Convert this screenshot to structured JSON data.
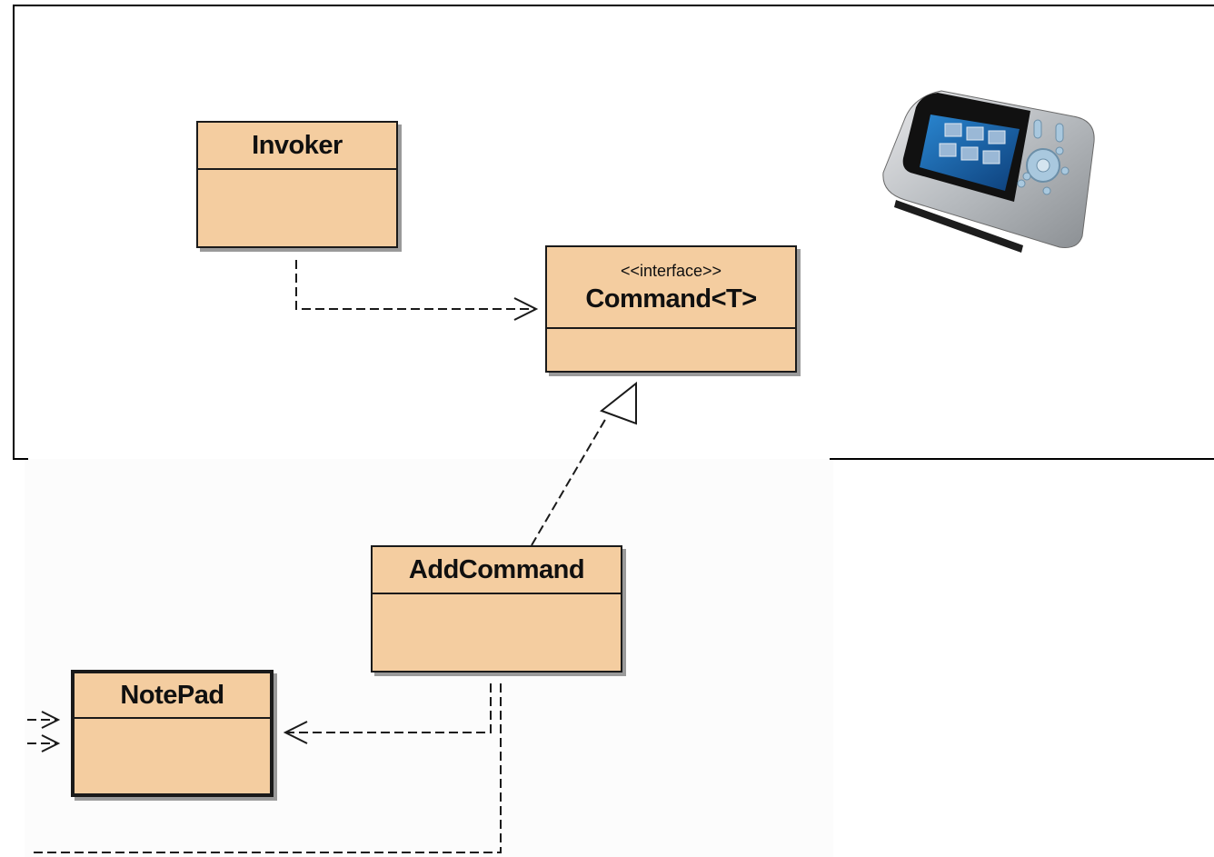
{
  "diagram": {
    "classes": {
      "invoker": {
        "name": "Invoker"
      },
      "command": {
        "stereotype": "<<interface>>",
        "name": "Command<T>"
      },
      "add_command": {
        "name": "AddCommand"
      },
      "notepad": {
        "name": "NotePad"
      }
    },
    "relationships": [
      {
        "from": "Invoker",
        "to": "Command<T>",
        "kind": "dependency"
      },
      {
        "from": "AddCommand",
        "to": "Command<T>",
        "kind": "realization"
      },
      {
        "from": "AddCommand",
        "to": "NotePad",
        "kind": "dependency"
      }
    ]
  },
  "image": {
    "subject": "remote-control-device"
  },
  "colors": {
    "class_fill": "#f4cda0",
    "stroke": "#1a1a1a",
    "remote_screen": "#1f6fb8"
  }
}
